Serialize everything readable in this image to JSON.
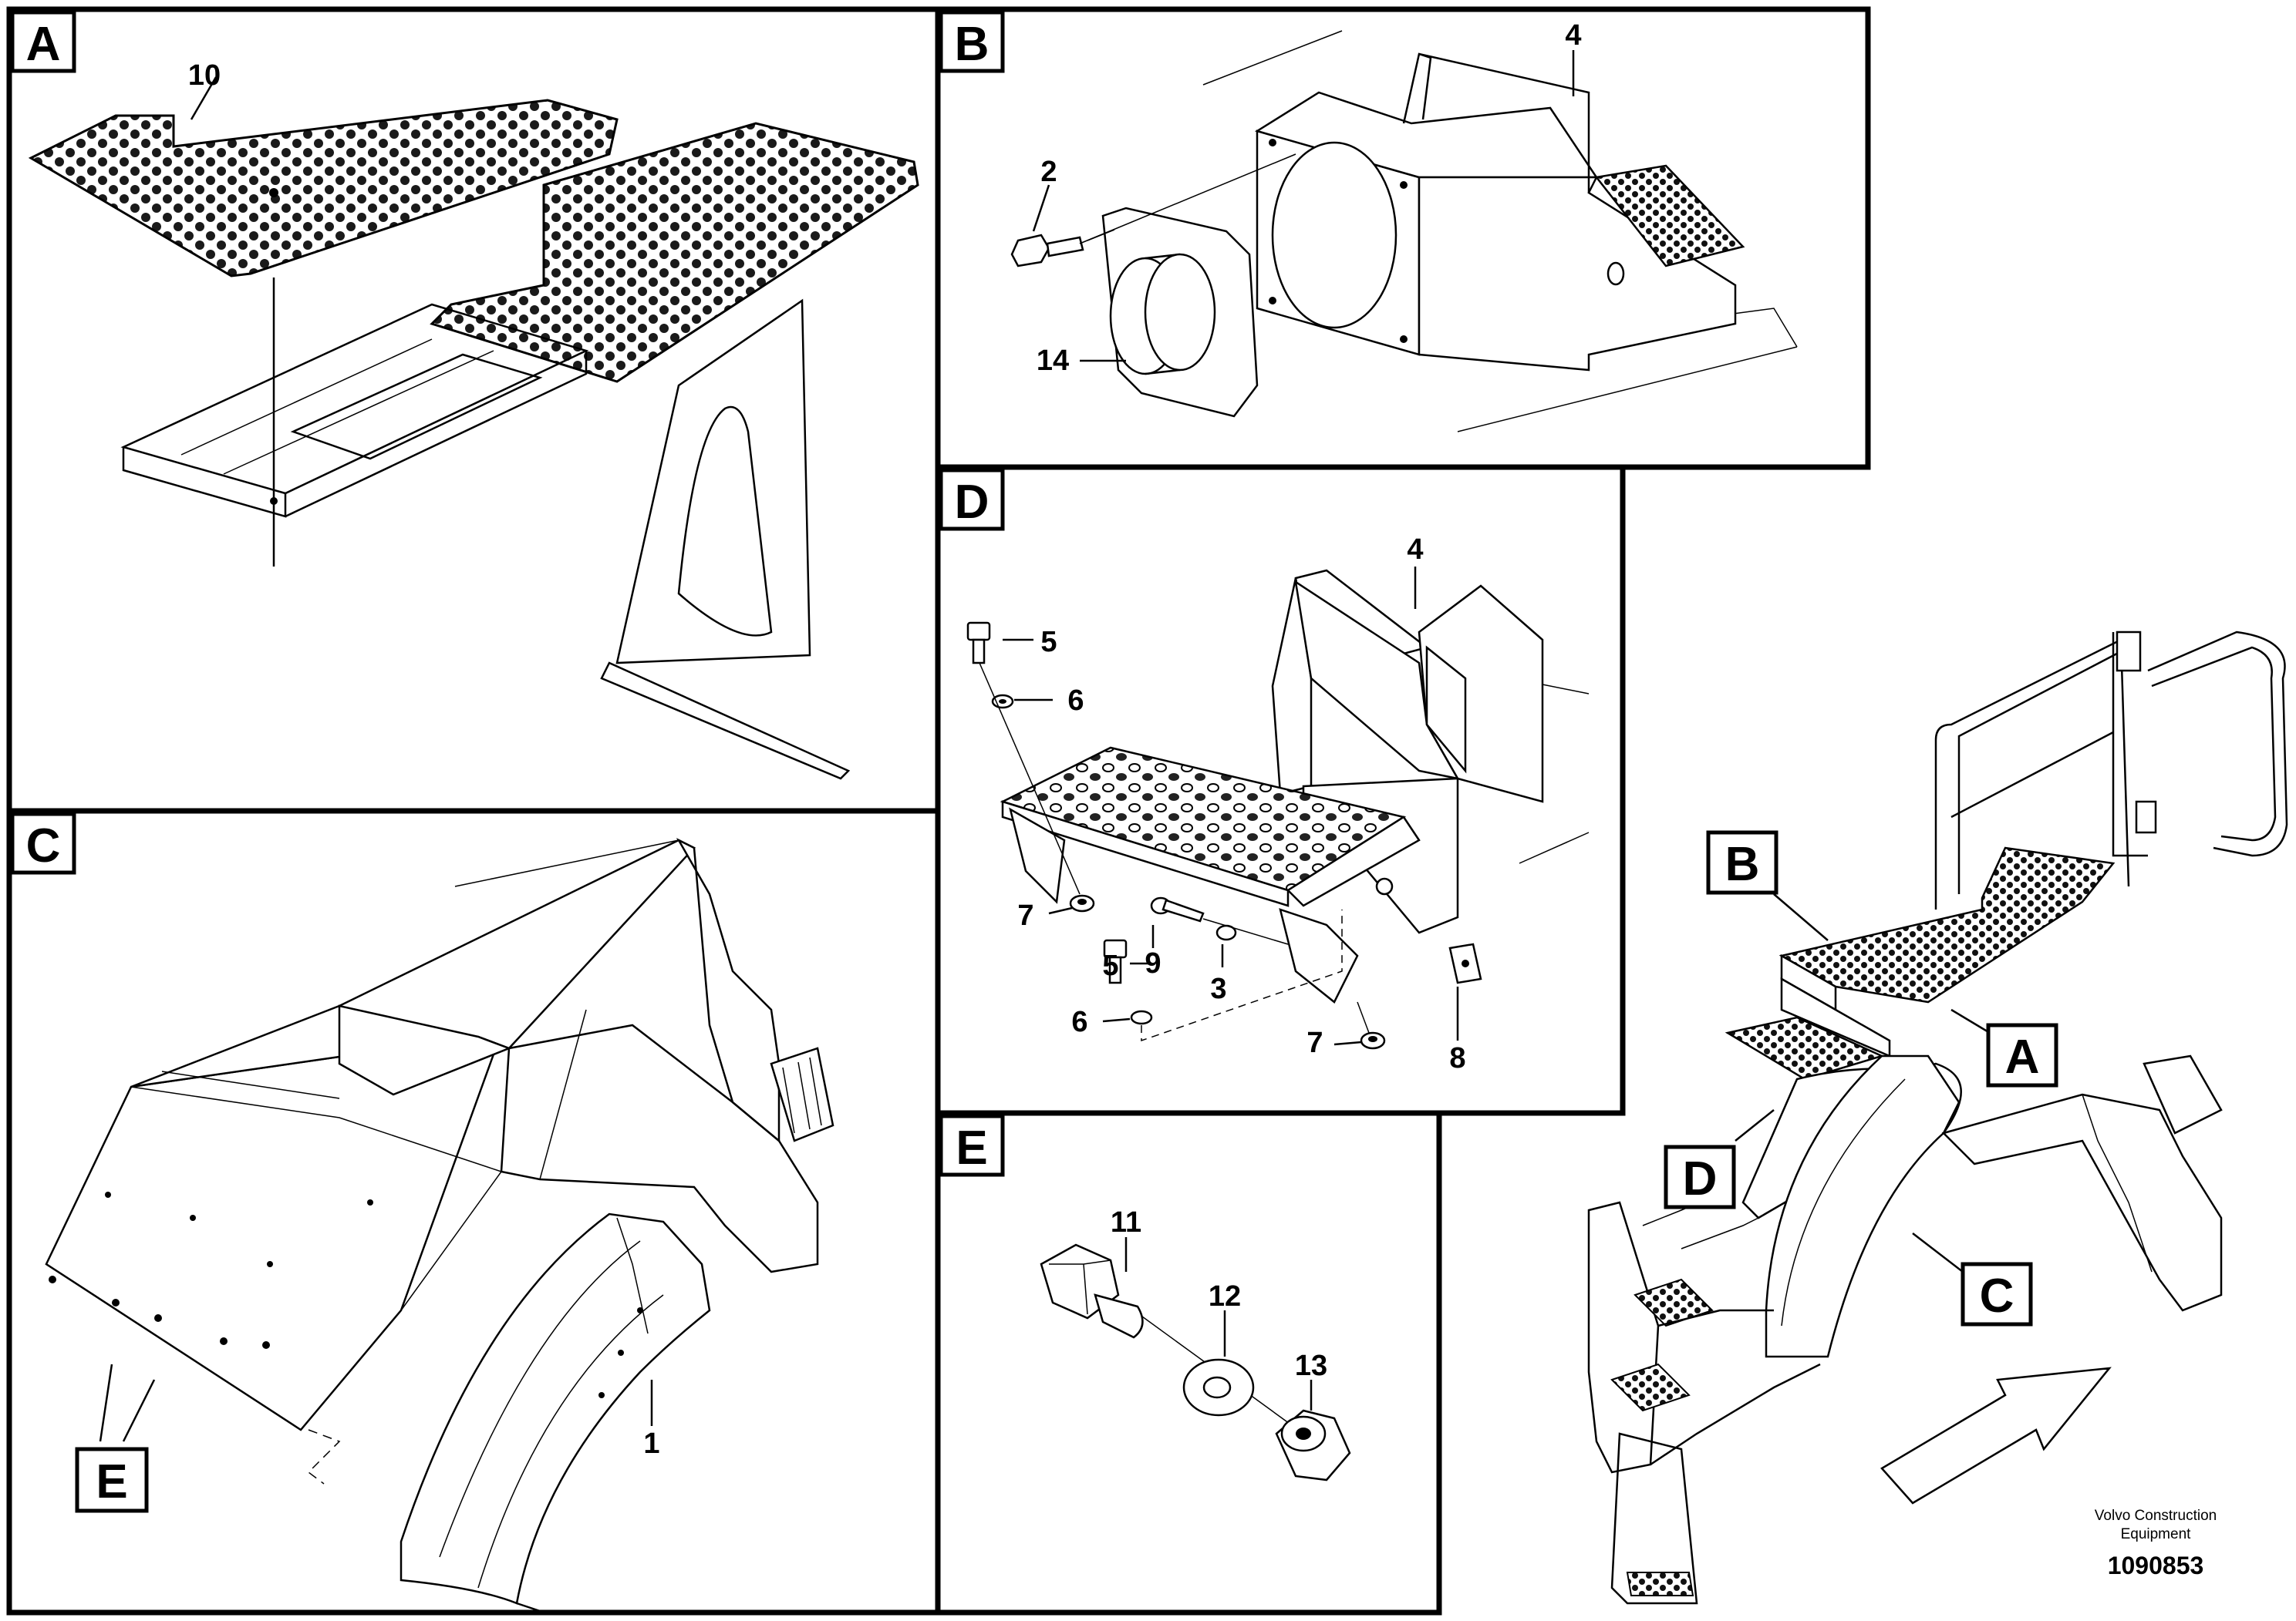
{
  "panels": {
    "A": {
      "letter": "A",
      "callouts": [
        "10"
      ]
    },
    "B": {
      "letter": "B",
      "callouts": [
        "4",
        "2",
        "14"
      ]
    },
    "C": {
      "letter": "C",
      "callouts": [
        "1",
        "E"
      ]
    },
    "D": {
      "letter": "D",
      "callouts": [
        "4",
        "5",
        "6",
        "7",
        "9",
        "3",
        "5",
        "6",
        "7",
        "8"
      ]
    },
    "E": {
      "letter": "E",
      "callouts": [
        "11",
        "12",
        "13"
      ]
    }
  },
  "overview": {
    "labels": [
      "B",
      "A",
      "D",
      "C"
    ]
  },
  "footer": {
    "company_line1": "Volvo Construction",
    "company_line2": "Equipment",
    "drawing_number": "1090853"
  },
  "colors": {
    "line": "#000000",
    "background": "#ffffff"
  }
}
